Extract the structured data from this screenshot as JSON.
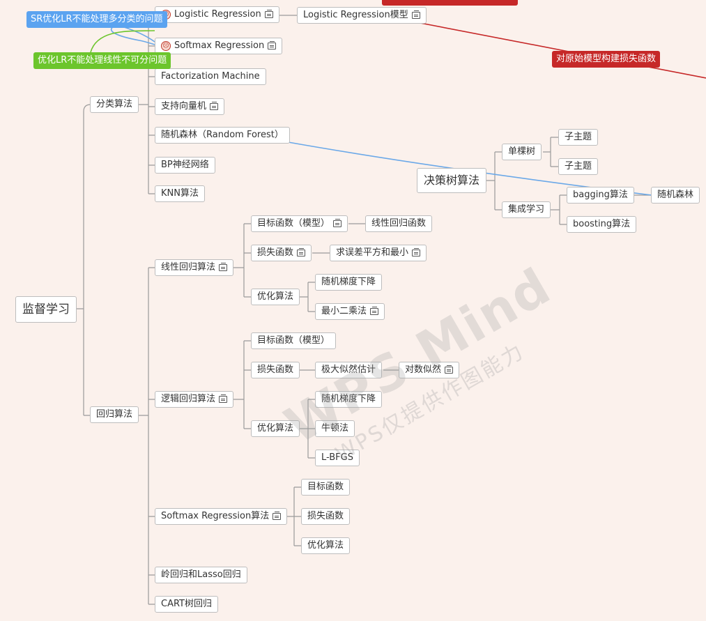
{
  "root": "监督学习",
  "categories": {
    "classification": "分类算法",
    "regression": "回归算法"
  },
  "classification_items": [
    "Logistic Regression",
    "Softmax Regression",
    "Factorization Machine",
    "支持向量机",
    "随机森林（Random Forest）",
    "BP神经网络",
    "KNN算法"
  ],
  "lr_model": "Logistic Regression模型",
  "tags": {
    "sr_issue": "SR优化LR不能处理多分类的问题",
    "linear_issue": "优化LR不能处理线性不可分问题",
    "loss_fn": "对原始模型构建损失函数"
  },
  "tag_colors": {
    "blue": "#5ba3f0",
    "green": "#6cc52c",
    "red": "#c62828"
  },
  "decision_tree": {
    "title": "决策树算法",
    "single": "单棵树",
    "subtopics": [
      "子主题",
      "子主题"
    ],
    "ensemble": "集成学习",
    "bagging": "bagging算法",
    "random_forest": "随机森林",
    "boosting": "boosting算法"
  },
  "linear_regression": {
    "title": "线性回归算法",
    "objective": "目标函数（模型）",
    "objective_child": "线性回归函数",
    "loss": "损失函数",
    "loss_child": "求误差平方和最小",
    "optim": "优化算法",
    "optim_children": [
      "随机梯度下降",
      "最小二乘法"
    ]
  },
  "logistic_regression": {
    "title": "逻辑回归算法",
    "objective": "目标函数（模型）",
    "loss": "损失函数",
    "loss_child": "极大似然估计",
    "loss_grandchild": "对数似然",
    "optim": "优化算法",
    "optim_children": [
      "随机梯度下降",
      "牛顿法",
      "L-BFGS"
    ]
  },
  "softmax_regression": {
    "title": "Softmax Regression算法",
    "children": [
      "目标函数",
      "损失函数",
      "优化算法"
    ]
  },
  "other_regression": [
    "岭回归和Lasso回归",
    "CART树回归"
  ],
  "watermark": {
    "line1": "WPS Mind",
    "line2": "WPS仅提供作图能力"
  }
}
